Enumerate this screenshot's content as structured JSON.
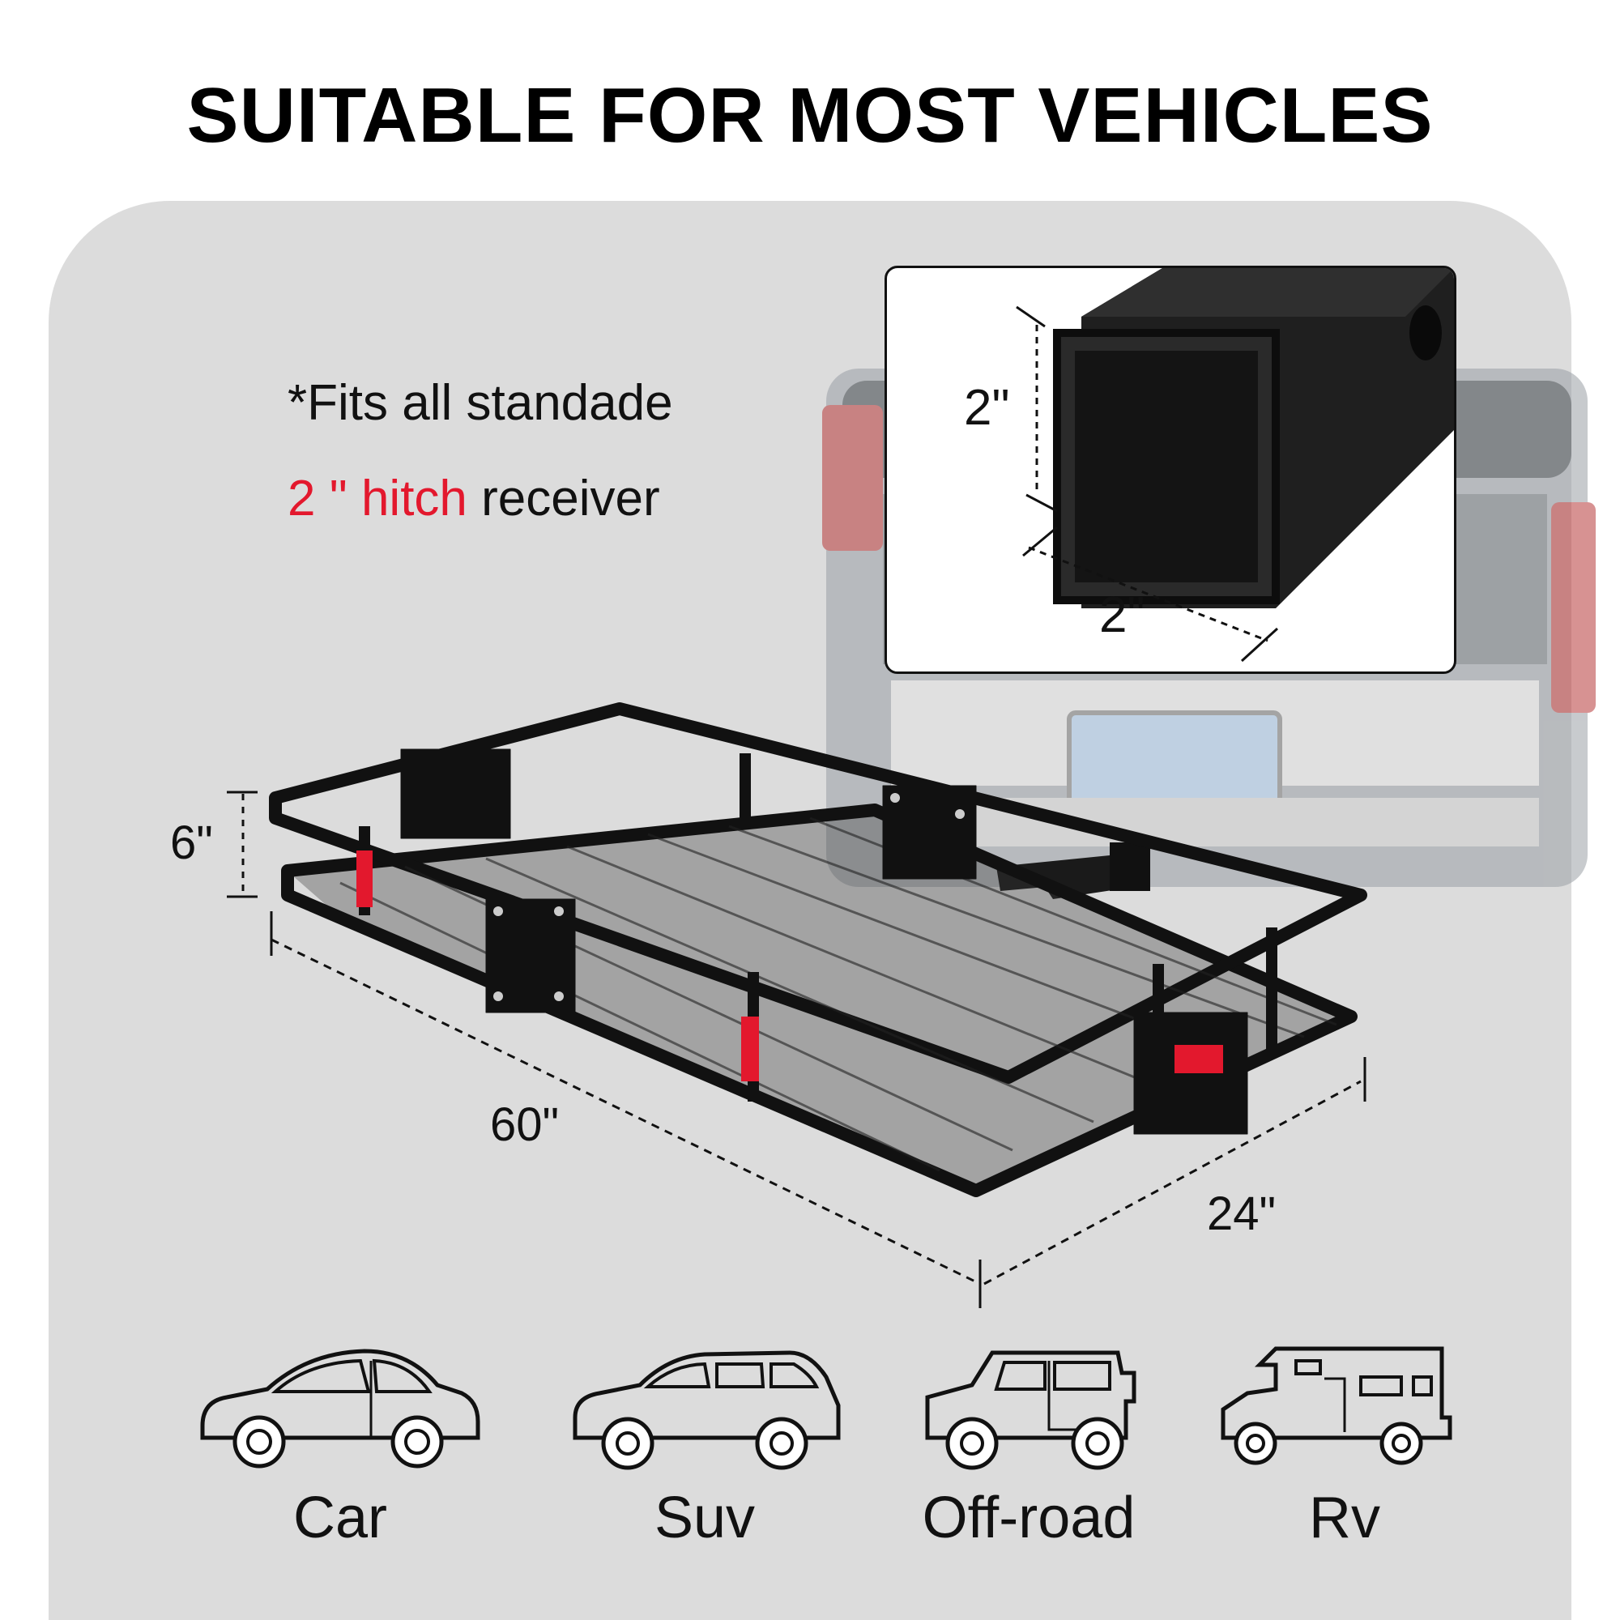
{
  "headline": "SUITABLE FOR MOST VEHICLES",
  "note": {
    "line1": "*Fits all standade",
    "line2_highlight": "2 \" hitch",
    "line2_rest": " receiver"
  },
  "inset": {
    "height_label": "2\"",
    "width_label": "2\""
  },
  "dimensions": {
    "height": "6\"",
    "length": "60\"",
    "width": "24\""
  },
  "vehicles": [
    {
      "label": "Car",
      "icon": "sedan-car-icon"
    },
    {
      "label": "Suv",
      "icon": "suv-icon"
    },
    {
      "label": "Off-road",
      "icon": "off-road-jeep-icon"
    },
    {
      "label": "Rv",
      "icon": "rv-camper-icon"
    }
  ],
  "colors": {
    "accent_red": "#e3182d",
    "panel_gray": "#dcdcdc",
    "text": "#111111"
  }
}
